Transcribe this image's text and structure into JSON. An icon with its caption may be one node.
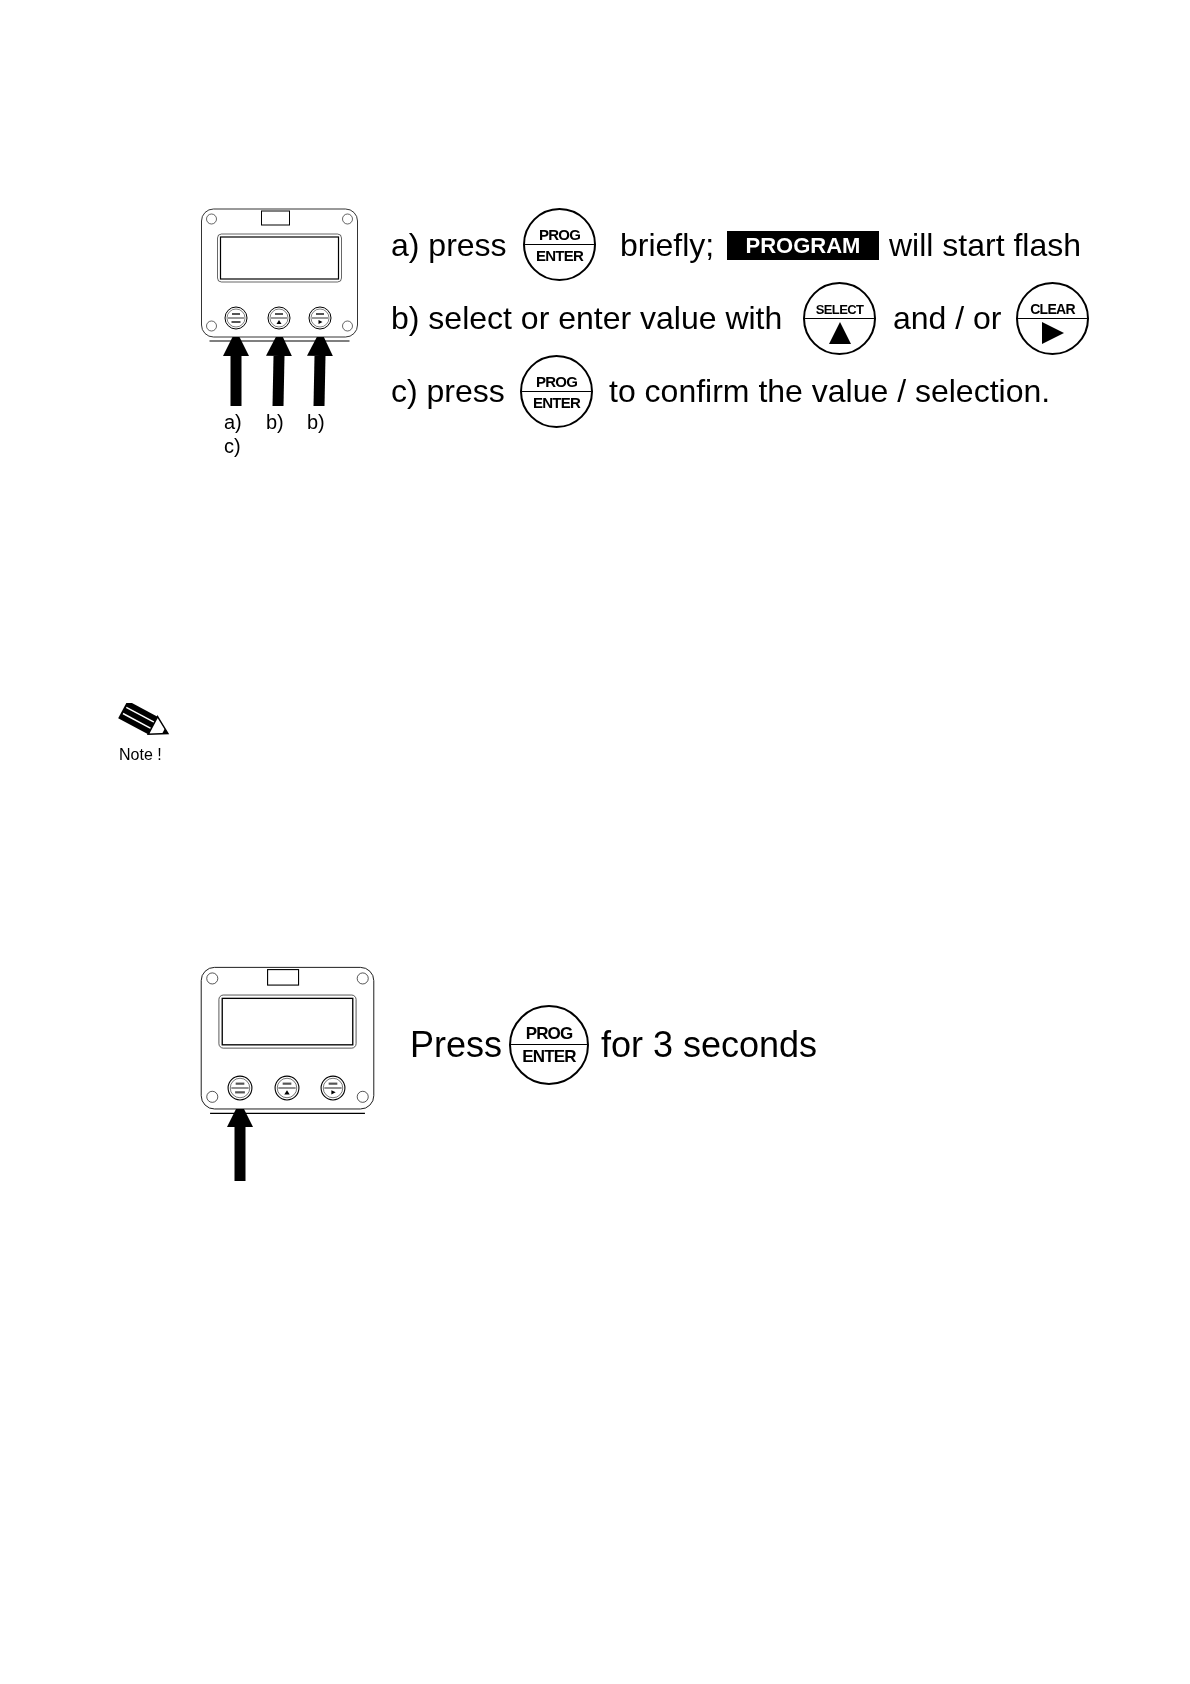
{
  "diagram": {
    "nodes": [
      {
        "text": [],
        "shape": "box"
      },
      {
        "text": [],
        "shape": "circle",
        "in": 0
      },
      {
        "text": [],
        "shape": "circle",
        "in": 0
      },
      {
        "text": [],
        "shape": "circle",
        "in": 0
      },
      {
        "text": [
          "PROG",
          "ENTER"
        ]
      },
      {
        "text": [
          "PROGRAM"
        ]
      },
      {
        "text": [
          "SELECT"
        ]
      },
      {
        "text": [
          "CLEAR"
        ]
      },
      {
        "text": [
          "PROG",
          "ENTER"
        ]
      },
      {
        "text": [
          "a)",
          "c)"
        ]
      },
      {
        "text": [
          "b)"
        ]
      },
      {
        "text": [
          "b)"
        ]
      },
      {
        "text": [],
        "shape": "box"
      },
      {
        "text": [],
        "shape": "circle",
        "in": 12
      },
      {
        "text": [],
        "shape": "circle",
        "in": 12
      },
      {
        "text": [],
        "shape": "circle",
        "in": 12
      },
      {
        "text": [
          "PROG",
          "ENTER"
        ]
      }
    ],
    "edges": [
      {
        "from": 9,
        "to": 1,
        "arrow": "to"
      },
      {
        "from": 10,
        "to": 2,
        "arrow": "to"
      },
      {
        "from": 11,
        "to": 3,
        "arrow": "to"
      },
      {
        "from": null,
        "to": 13,
        "arrow": "to"
      }
    ],
    "labels": [
      "a) press",
      "briefly;",
      "will start flash",
      "b) select or enter value with",
      "and / or",
      "c) press",
      "to confirm the value / selection.",
      "Note !",
      "Press",
      "for 3 seconds"
    ]
  }
}
